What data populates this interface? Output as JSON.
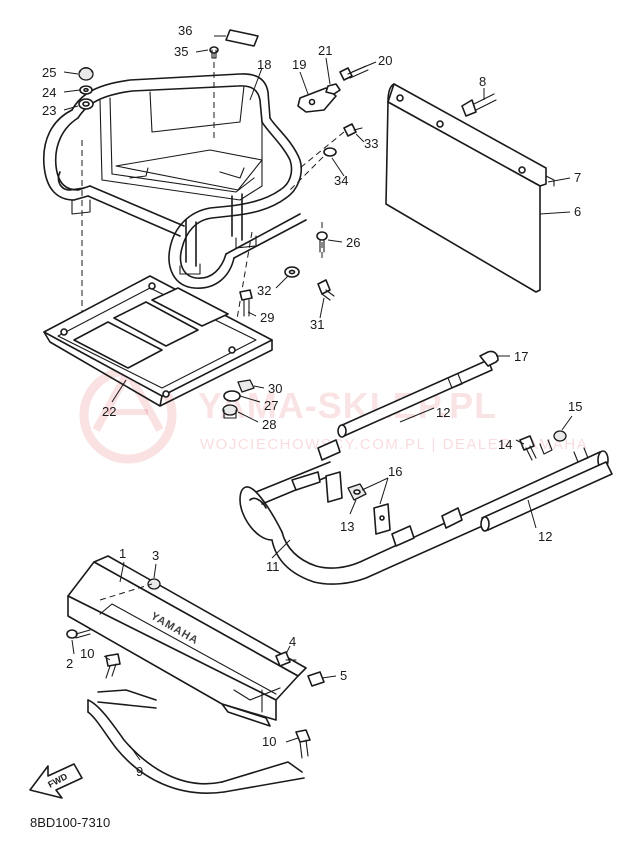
{
  "diagram": {
    "watermark": {
      "title": "YAMA-SKLEP.PL",
      "subtitle": "WOJCIECHOWSCY.COM.PL | DEALER YAMAHA"
    },
    "part_code": "8BD100-7310",
    "fwd_label": "FWD",
    "brand_label": "YAMAHA",
    "callouts": [
      {
        "id": "c36",
        "label": "36"
      },
      {
        "id": "c35",
        "label": "35"
      },
      {
        "id": "c18",
        "label": "18"
      },
      {
        "id": "c19",
        "label": "19"
      },
      {
        "id": "c21",
        "label": "21"
      },
      {
        "id": "c20",
        "label": "20"
      },
      {
        "id": "c25",
        "label": "25"
      },
      {
        "id": "c24",
        "label": "24"
      },
      {
        "id": "c23",
        "label": "23"
      },
      {
        "id": "c8",
        "label": "8"
      },
      {
        "id": "c33",
        "label": "33"
      },
      {
        "id": "c34",
        "label": "34"
      },
      {
        "id": "c7",
        "label": "7"
      },
      {
        "id": "c6",
        "label": "6"
      },
      {
        "id": "c26",
        "label": "26"
      },
      {
        "id": "c32",
        "label": "32"
      },
      {
        "id": "c29",
        "label": "29"
      },
      {
        "id": "c31",
        "label": "31"
      },
      {
        "id": "c17",
        "label": "17"
      },
      {
        "id": "c30",
        "label": "30"
      },
      {
        "id": "c27",
        "label": "27"
      },
      {
        "id": "c28",
        "label": "28"
      },
      {
        "id": "c22",
        "label": "22"
      },
      {
        "id": "c12a",
        "label": "12"
      },
      {
        "id": "c15",
        "label": "15"
      },
      {
        "id": "c14",
        "label": "14"
      },
      {
        "id": "c16",
        "label": "16"
      },
      {
        "id": "c13",
        "label": "13"
      },
      {
        "id": "c12b",
        "label": "12"
      },
      {
        "id": "c11",
        "label": "11"
      },
      {
        "id": "c1",
        "label": "1"
      },
      {
        "id": "c3",
        "label": "3"
      },
      {
        "id": "c2",
        "label": "2"
      },
      {
        "id": "c10a",
        "label": "10"
      },
      {
        "id": "c4",
        "label": "4"
      },
      {
        "id": "c5",
        "label": "5"
      },
      {
        "id": "c10b",
        "label": "10"
      },
      {
        "id": "c9",
        "label": "9"
      }
    ]
  }
}
